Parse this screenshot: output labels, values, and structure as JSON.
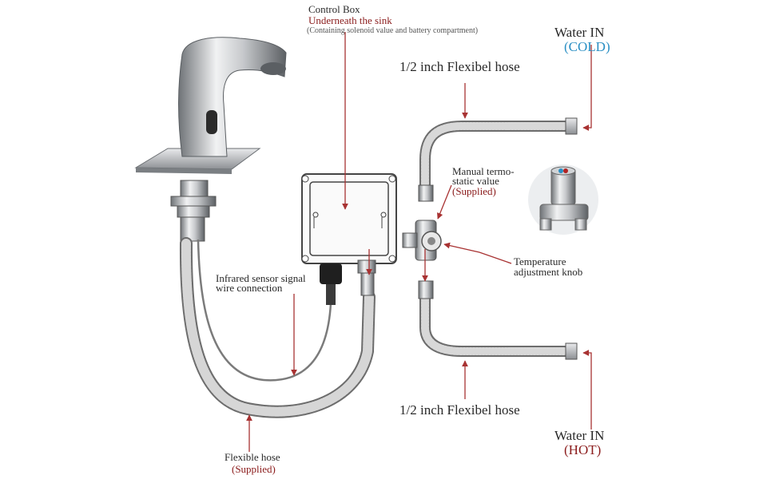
{
  "labels": {
    "control_box_title": "Control Box",
    "control_box_location": "Underneath the sink",
    "control_box_note": "(Containing solenoid value and battery compartment)",
    "water_in_cold_title": "Water IN",
    "water_in_cold_tag": "(COLD)",
    "hose_top": "1/2 inch Flexibel hose",
    "valve_line1": "Manual termo-",
    "valve_line2": "static value",
    "valve_tag": "(Supplied)",
    "knob_line1": "Temperature",
    "knob_line2": "adjustment knob",
    "sensor_line1": "Infrared sensor signal",
    "sensor_line2": "wire connection",
    "hose_bottom": "1/2 inch Flexibel hose",
    "water_in_hot_title": "Water IN",
    "water_in_hot_tag": "(HOT)",
    "flex_hose_title": "Flexible hose",
    "flex_hose_tag": "(Supplied)"
  },
  "colors": {
    "callout_line": "#a83232",
    "cold": "#2a8fc4",
    "hot": "#b22222",
    "hose": "#8a8a8a",
    "chrome": "#b9bcc0"
  }
}
